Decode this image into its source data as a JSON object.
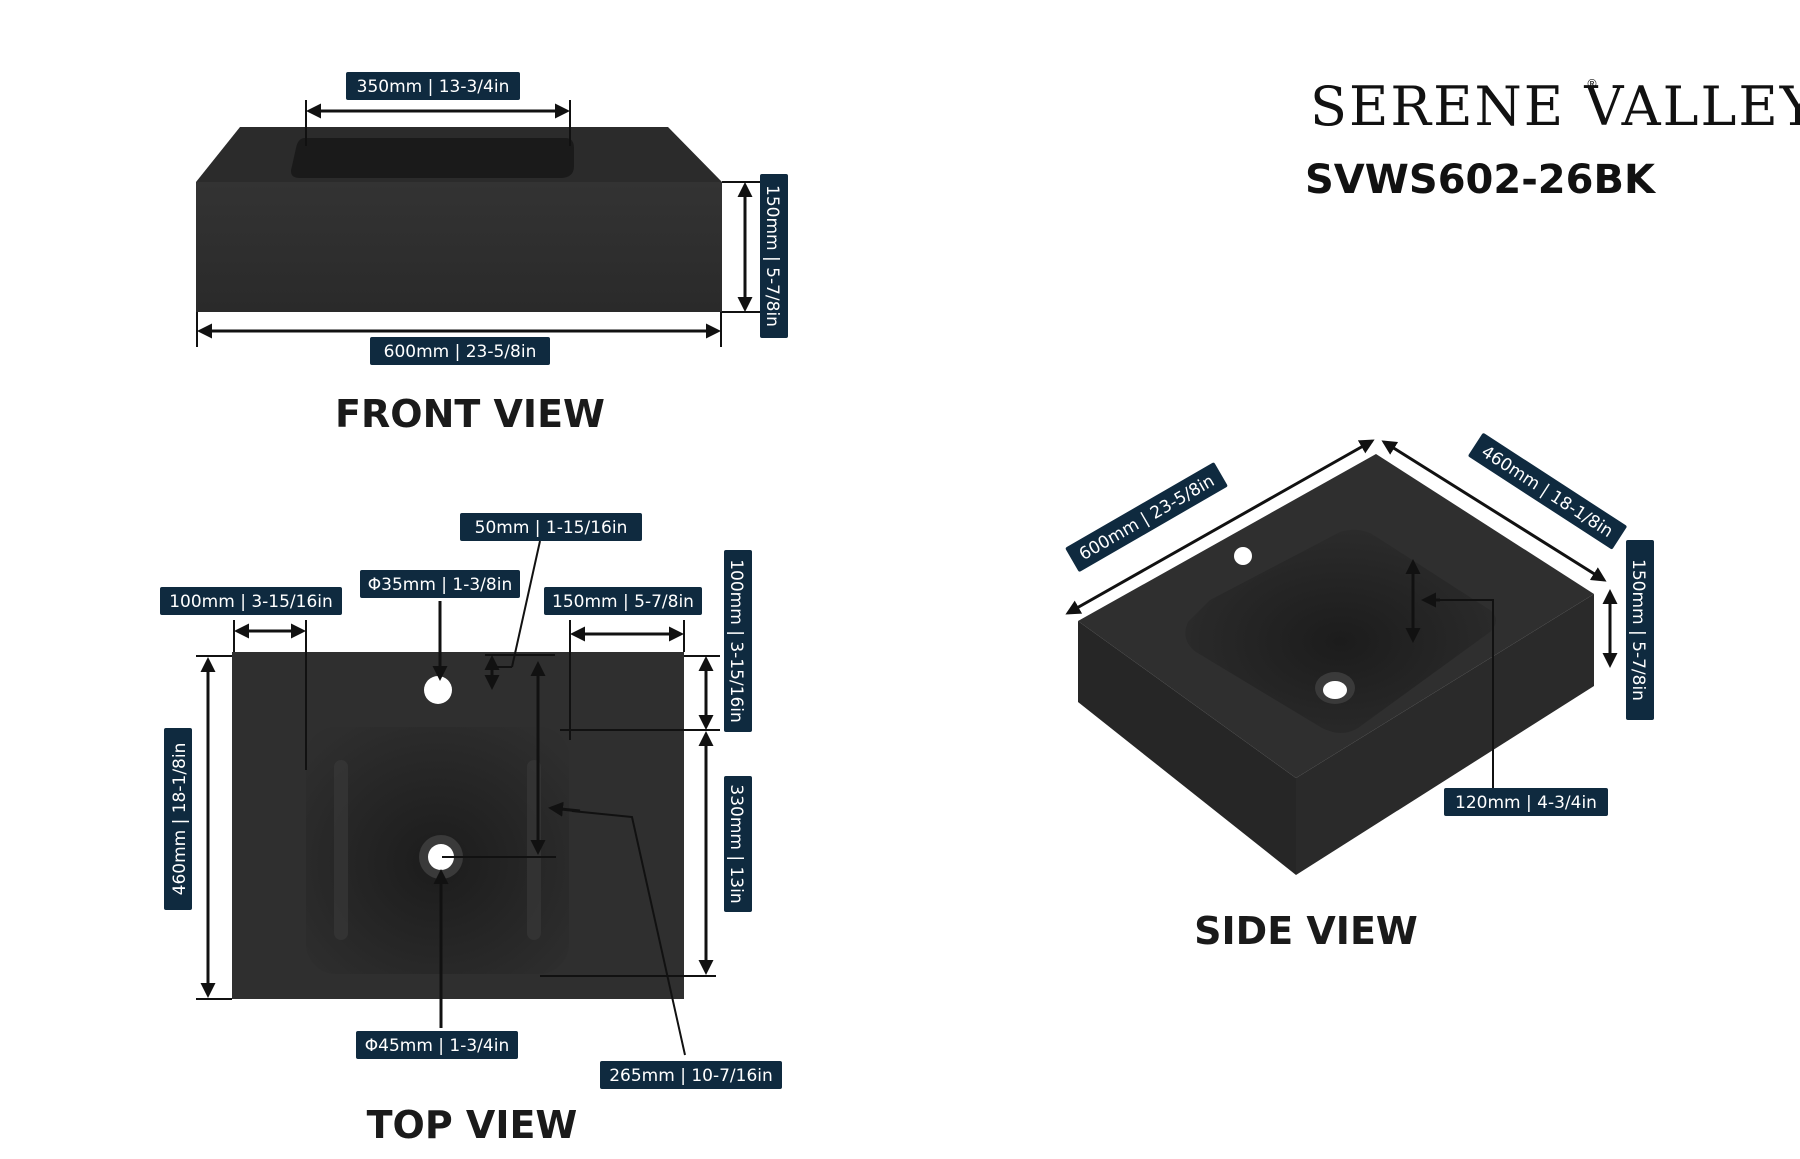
{
  "brand": {
    "name": "SERENE VALLEY",
    "registered": "®",
    "model": "SVWS602-26BK"
  },
  "colors": {
    "sink": "#303030",
    "sink_dark": "#1e1e1e",
    "label_bg": "#0f2a3f",
    "arrow": "#111111"
  },
  "front_view": {
    "title": "FRONT VIEW",
    "bowl_width": "350mm | 13-3/4in",
    "height": "150mm | 5-7/8in",
    "width": "600mm | 23-5/8in"
  },
  "top_view": {
    "title": "TOP VIEW",
    "hole_offset": "50mm | 1-15/16in",
    "faucet_hole": "Φ35mm | 1-3/8in",
    "left_margin": "100mm | 3-15/16in",
    "right_margin": "150mm | 5-7/8in",
    "back_margin": "100mm | 3-15/16in",
    "depth": "460mm | 18-1/8in",
    "bowl_length": "330mm | 13in",
    "drain_hole": "Φ45mm | 1-3/4in",
    "bowl_width": "265mm | 10-7/16in"
  },
  "side_view": {
    "title": "SIDE VIEW",
    "width": "600mm | 23-5/8in",
    "depth": "460mm | 18-1/8in",
    "height": "150mm | 5-7/8in",
    "bowl_depth": "120mm | 4-3/4in"
  }
}
